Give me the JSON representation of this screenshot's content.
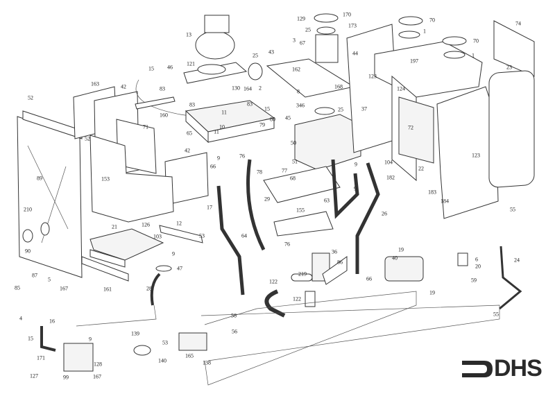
{
  "diagram": {
    "part_labels": [
      "13",
      "25",
      "43",
      "15",
      "46",
      "83",
      "121",
      "130",
      "164",
      "2",
      "83",
      "83",
      "160",
      "163",
      "42",
      "52",
      "71",
      "52",
      "65",
      "11",
      "10",
      "11",
      "79",
      "80",
      "15",
      "9",
      "66",
      "76",
      "78",
      "42",
      "89",
      "153",
      "129",
      "170",
      "173",
      "25",
      "3",
      "67",
      "44",
      "162",
      "168",
      "8",
      "346",
      "45",
      "25",
      "37",
      "50",
      "51",
      "77",
      "68",
      "123",
      "70",
      "1",
      "70",
      "1",
      "197",
      "124",
      "72",
      "104",
      "123",
      "74",
      "23",
      "22",
      "182",
      "183",
      "184",
      "9",
      "9",
      "210",
      "90",
      "21",
      "126",
      "103",
      "12",
      "53",
      "17",
      "64",
      "29",
      "9",
      "47",
      "28",
      "161",
      "167",
      "85",
      "87",
      "5",
      "4",
      "16",
      "15",
      "9",
      "171",
      "128",
      "127",
      "99",
      "167",
      "139",
      "53",
      "165",
      "140",
      "138",
      "58",
      "56",
      "122",
      "63",
      "155",
      "26",
      "76",
      "36",
      "86",
      "219",
      "122",
      "66",
      "19",
      "40",
      "19",
      "6",
      "20",
      "59",
      "55",
      "24",
      "55"
    ]
  },
  "logo": {
    "text": "DHS",
    "color": "#2a2a2a"
  }
}
